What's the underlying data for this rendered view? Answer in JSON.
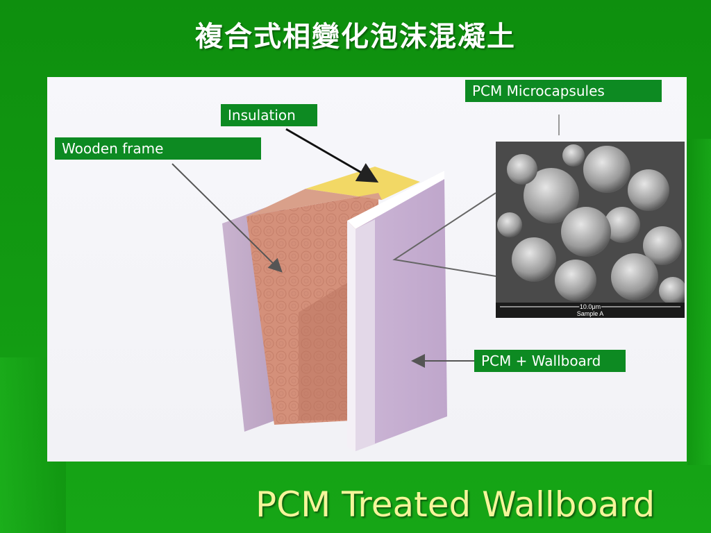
{
  "slide": {
    "title": "複合式相變化泡沫混凝土",
    "caption": "PCM Treated Wallboard"
  },
  "labels": {
    "insulation": "Insulation",
    "wooden_frame": "Wooden frame",
    "pcm_microcapsules": "PCM Microcapsules",
    "pcm_wallboard": "PCM + Wallboard"
  },
  "micrograph": {
    "scale_bar": "10.0μm",
    "sample": "Sample A"
  },
  "colors": {
    "label_bg": "#0d8a22",
    "caption_text": "#f5f59a",
    "background": "#129a12"
  }
}
